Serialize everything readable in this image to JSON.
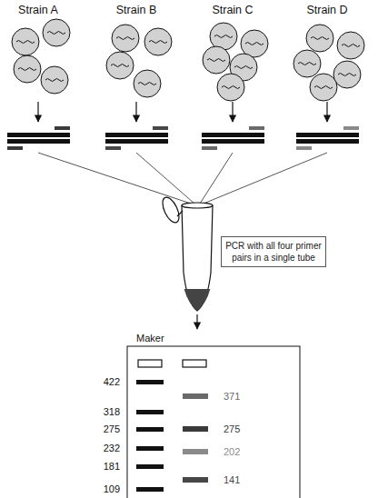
{
  "diagram": {
    "nodes": [
      {
        "text": [
          "Strain A"
        ]
      },
      {
        "text": [
          "Strain B"
        ]
      },
      {
        "text": [
          "Strain C"
        ]
      },
      {
        "text": [
          "Strain D"
        ]
      },
      {
        "text": [
          "PCR with all four primer pairs in a single tube"
        ]
      }
    ],
    "labels": [
      "Maker",
      "422",
      "318",
      "275",
      "232",
      "181",
      "109",
      "371",
      "275",
      "202",
      "141"
    ]
  }
}
